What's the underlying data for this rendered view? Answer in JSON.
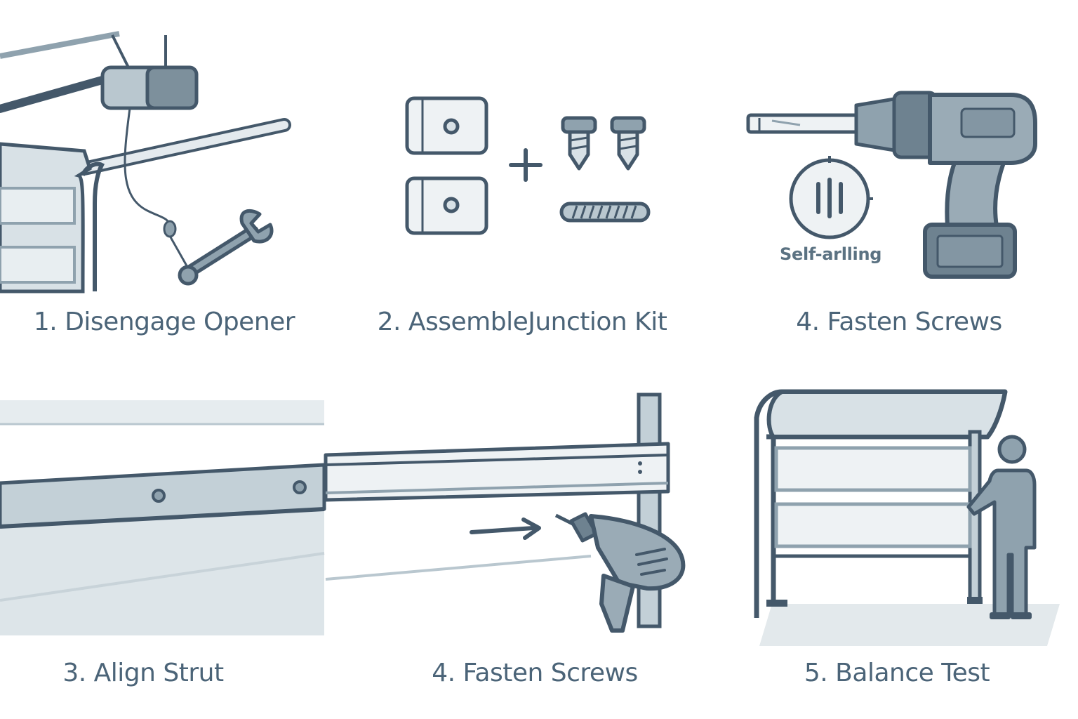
{
  "steps": [
    {
      "caption": "1. Disengage Opener"
    },
    {
      "caption": "2. AssembleJunction Kit"
    },
    {
      "caption": "4. Fasten Screws",
      "annotation": "Self-arlling"
    },
    {
      "caption": "3. Align Strut"
    },
    {
      "caption": "4. Fasten Screws"
    },
    {
      "caption": "5. Balance Test"
    }
  ],
  "colors": {
    "stroke": "#44586a",
    "fill_light": "#d8e1e6",
    "fill_mid": "#8fa2ae",
    "fill_dark": "#5f7483",
    "text": "#4b6478"
  }
}
